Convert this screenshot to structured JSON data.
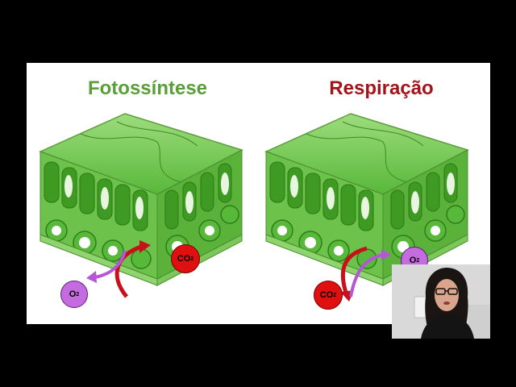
{
  "slide": {
    "titles": {
      "left": "Fotossíntese",
      "right": "Respiração"
    },
    "labels": {
      "o2": "O",
      "co2": "CO",
      "sub2": "2"
    }
  },
  "colors": {
    "title_left": "#5a9e3a",
    "title_right": "#a3141a",
    "leaf_green": "#4caf2f",
    "leaf_light": "#9be07a",
    "co2_red": "#e01010",
    "o2_purple": "#c46be0"
  },
  "webcam": {
    "present": true
  }
}
